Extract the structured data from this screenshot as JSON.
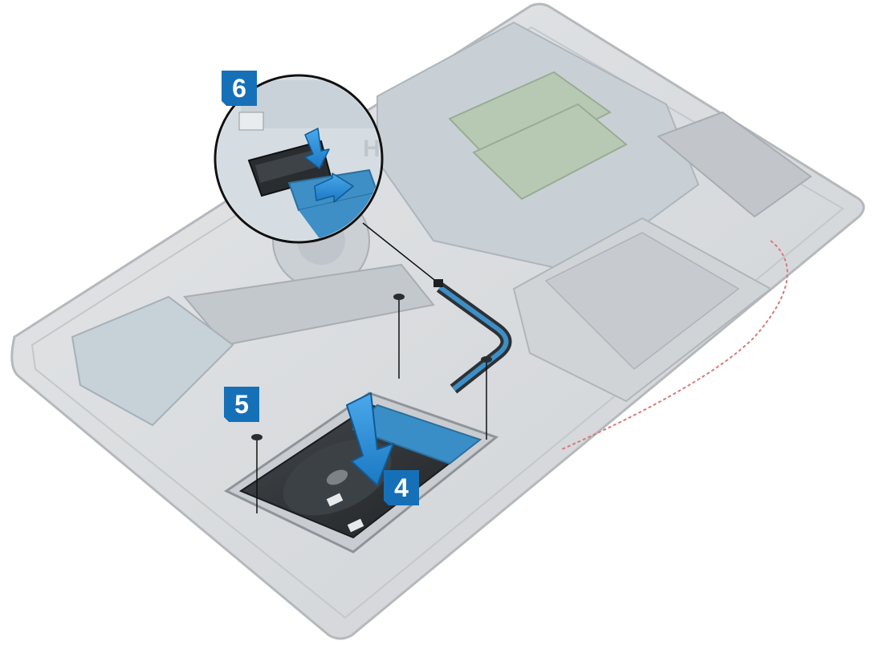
{
  "steps": {
    "step4": "4",
    "step5": "5",
    "step6": "6"
  },
  "colors": {
    "badge": "#1670b8",
    "arrow": "#2a8fd8",
    "chassis": "#d6d9dc",
    "chassis_edge": "#b9bdc1",
    "board": "#cdd6dd",
    "drive": "#2e3235",
    "bracket": "#c9ccd0",
    "cable": "#3d8fc6"
  },
  "icons": {
    "press_down_arrow": "arrow-down-icon",
    "slide_in_arrow": "arrow-right-icon"
  }
}
